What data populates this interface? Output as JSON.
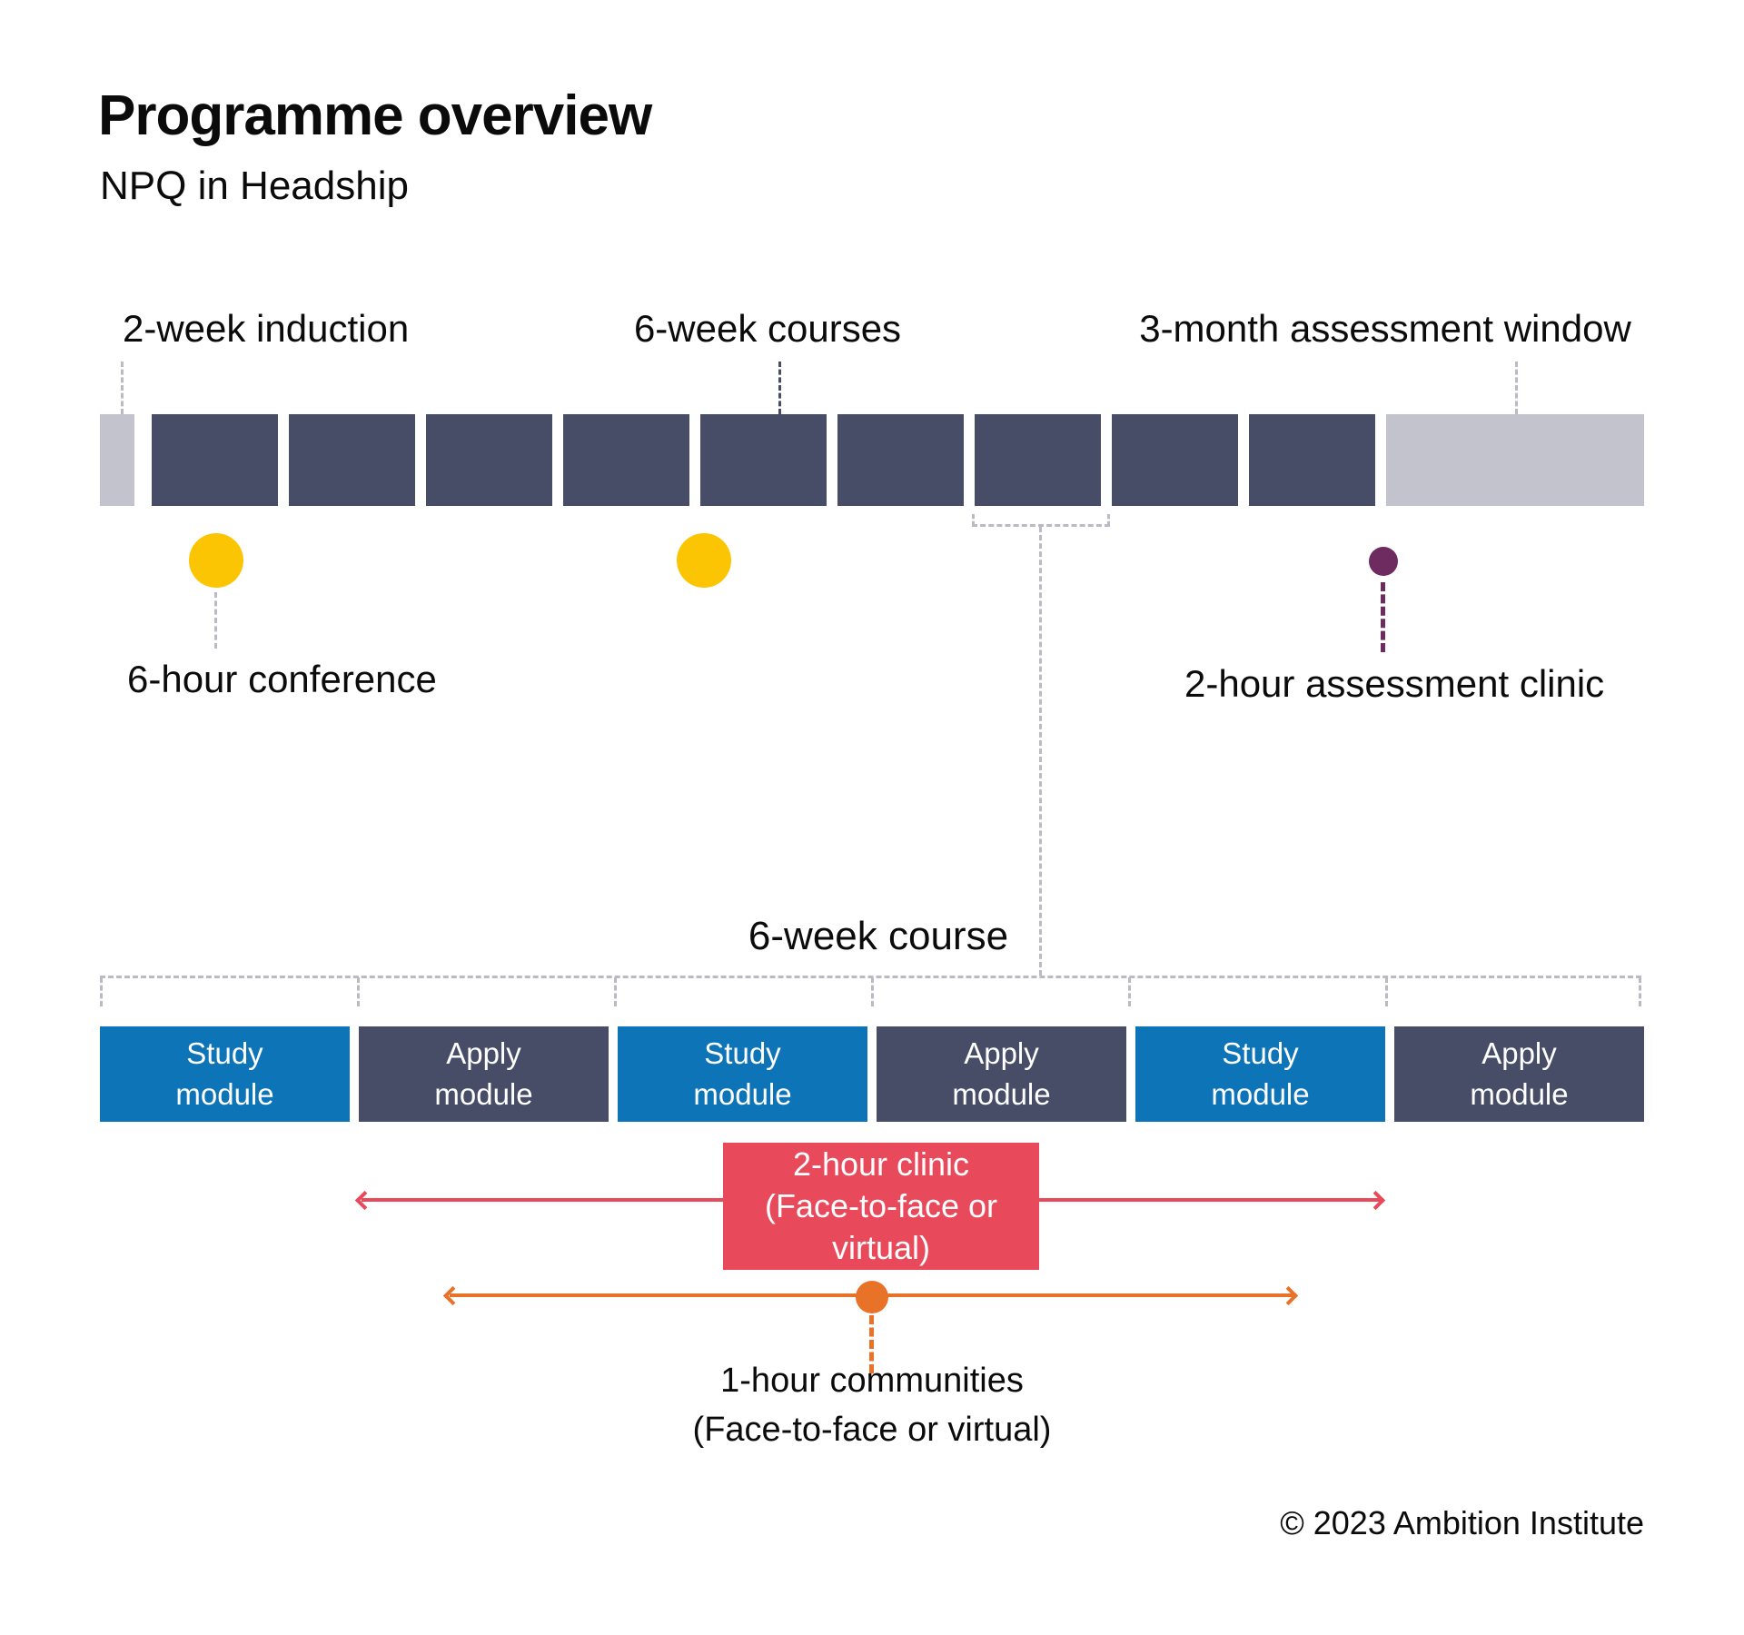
{
  "title": "Programme overview",
  "subtitle": "NPQ in Headship",
  "colors": {
    "navy": "#474D67",
    "gray": "#C2C3CC",
    "dash-gray": "#B9BAC3",
    "yellow": "#FBC504",
    "purple": "#6E2B60",
    "blue": "#0E74B8",
    "red": "#E84A5B",
    "orange": "#E87227",
    "ink": "#0B0B0B"
  },
  "timeline": {
    "phase_labels": [
      {
        "text": "2-week induction"
      },
      {
        "text": "6-week courses"
      },
      {
        "text": "3-month assessment window"
      }
    ],
    "week_block_count": "9",
    "events": [
      {
        "text": "6-hour conference"
      },
      {
        "text": "2-hour assessment clinic"
      }
    ]
  },
  "course_detail": {
    "heading": "6-week course",
    "modules": [
      {
        "type": "study",
        "label": "Study\nmodule"
      },
      {
        "type": "apply",
        "label": "Apply\nmodule"
      },
      {
        "type": "study",
        "label": "Study\nmodule"
      },
      {
        "type": "apply",
        "label": "Apply\nmodule"
      },
      {
        "type": "study",
        "label": "Study\nmodule"
      },
      {
        "type": "apply",
        "label": "Apply\nmodule"
      }
    ],
    "clinic_label": "2-hour clinic\n(Face-to-face or\nvirtual)",
    "communities_label": "1-hour communities\n(Face-to-face or virtual)"
  },
  "footer": {
    "copyright": "© 2023 Ambition Institute"
  }
}
